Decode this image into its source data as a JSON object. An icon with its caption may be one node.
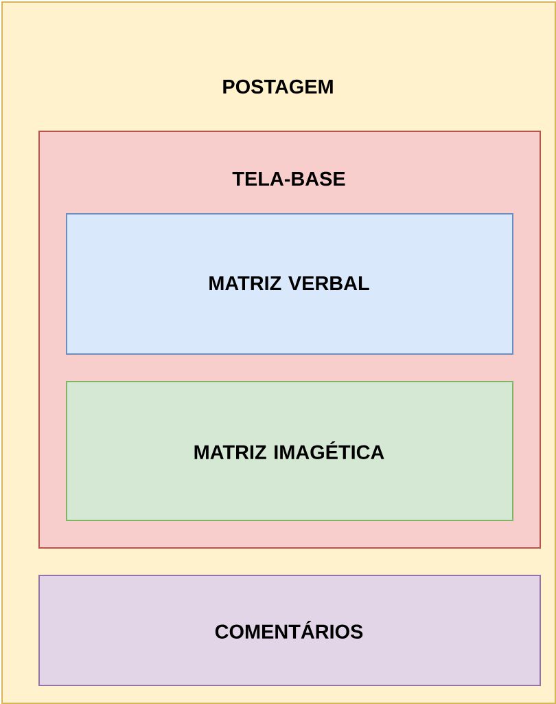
{
  "diagram": {
    "nodes": [
      {
        "text": [
          "POSTAGEM"
        ]
      },
      {
        "text": [
          "TELA-BASE"
        ],
        "in": 0
      },
      {
        "text": [
          "MATRIZ VERBAL"
        ],
        "in": 1
      },
      {
        "text": [
          "MATRIZ IMAGÉTICA"
        ],
        "in": 1
      },
      {
        "text": [
          "COMENTÁRIOS"
        ],
        "in": 0
      }
    ]
  }
}
